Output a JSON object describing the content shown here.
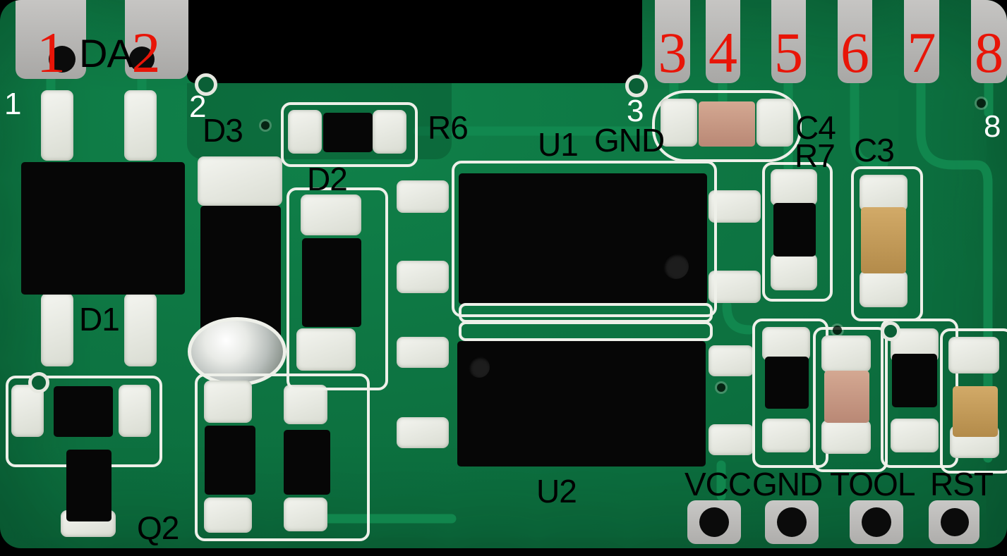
{
  "colors": {
    "board_green": "#0d7341",
    "trace_green": "#128a50",
    "edge_pad_gray": "#b5b4b2",
    "solder_white": "#edefe8",
    "component_black": "#060606",
    "capacitor_pink_tan": "#c89a84",
    "capacitor_yellow_tan": "#c5a05e",
    "annotation_red": "#e81508",
    "annotation_black": "#000000",
    "silkscreen_white": "#ffffff"
  },
  "edge_pins_left": [
    {
      "number": "1",
      "silk": "1"
    },
    {
      "number": "2",
      "silk": "2"
    }
  ],
  "edge_pins_right": [
    {
      "number": "3",
      "silk": "3"
    },
    {
      "number": "4"
    },
    {
      "number": "5"
    },
    {
      "number": "6"
    },
    {
      "number": "7"
    },
    {
      "number": "8",
      "silk": "8"
    }
  ],
  "component_labels": {
    "da": "DA",
    "d1": "D1",
    "d2": "D2",
    "d3": "D3",
    "q2": "Q2",
    "r6": "R6",
    "r7": "R7",
    "c3": "C3",
    "c4": "C4",
    "u1": "U1",
    "u2": "U2",
    "gnd_top": "GND"
  },
  "programming_pads": [
    {
      "label": "VCC"
    },
    {
      "label": "GND"
    },
    {
      "label": "TOOL"
    },
    {
      "label": "RST"
    }
  ]
}
